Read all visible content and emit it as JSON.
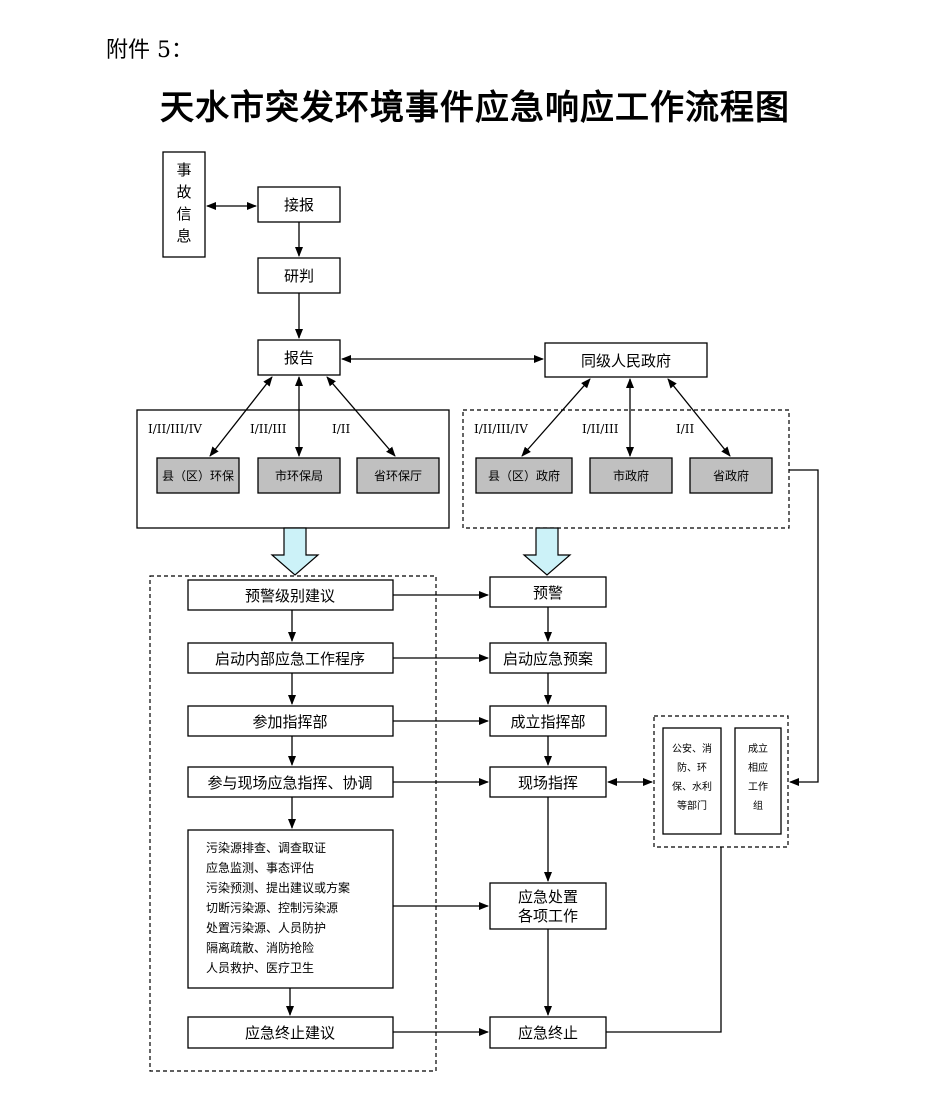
{
  "annex_label": "附件 5：",
  "title": "天水市突发环境事件应急响应工作流程图",
  "nodes": {
    "info_chars": [
      "事",
      "故",
      "信",
      "息"
    ],
    "jiebao": "接报",
    "yanpan": "研判",
    "baogao": "报告",
    "gov": "同级人民政府",
    "county_env": "县（区）环保",
    "city_env": "市环保局",
    "prov_env": "省环保厅",
    "county_gov": "县（区）政府",
    "city_gov": "市政府",
    "prov_gov": "省政府",
    "warn_level": "预警级别建议",
    "start_internal": "启动内部应急工作程序",
    "join_hq": "参加指挥部",
    "onsite_coord": "参与现场应急指挥、协调",
    "tasks": [
      "污染源排查、调查取证",
      "应急监测、事态评估",
      "污染预测、提出建议或方案",
      "切断污染源、控制污染源",
      "处置污染源、人员防护",
      "隔离疏散、消防抢险",
      "人员救护、医疗卫生"
    ],
    "end_suggest": "应急终止建议",
    "warning": "预警",
    "start_plan": "启动应急预案",
    "set_hq": "成立指挥部",
    "onsite_cmd": "现场指挥",
    "disposal": [
      "应急处置",
      "各项工作"
    ],
    "end": "应急终止",
    "agencies": [
      "公安、消",
      "防、环",
      "保、水利",
      "等部门"
    ],
    "set_group": [
      "成立",
      "相应",
      "工作",
      "组"
    ]
  },
  "levels": {
    "l1": "I/II/III/IV",
    "l2": "I/II/III",
    "l3": "I/II"
  }
}
